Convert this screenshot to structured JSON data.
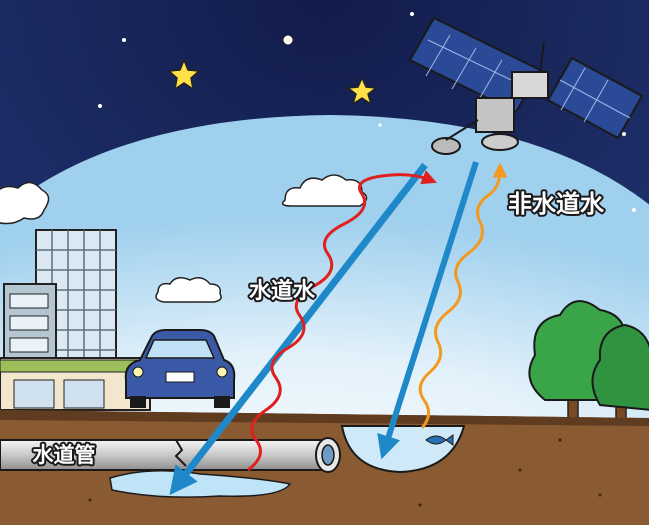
{
  "labels": {
    "tap_water": "水道水",
    "non_tap_water": "非水道水",
    "water_pipe": "水道管"
  },
  "colors": {
    "night_sky": "#1b2b63",
    "atmosphere": "#cfe7f6",
    "ground": "#8a5a33",
    "transmit_signal": "#1e88c9",
    "reflected_tap_water": "#e0201e",
    "reflected_non_tap_water": "#f39a1e",
    "tree_green": "#3aa548"
  },
  "icons": [
    "satellite-icon",
    "star-icon",
    "cloud-icon",
    "car-icon",
    "building-icon",
    "tree-icon",
    "fish-icon",
    "pipe-icon"
  ]
}
